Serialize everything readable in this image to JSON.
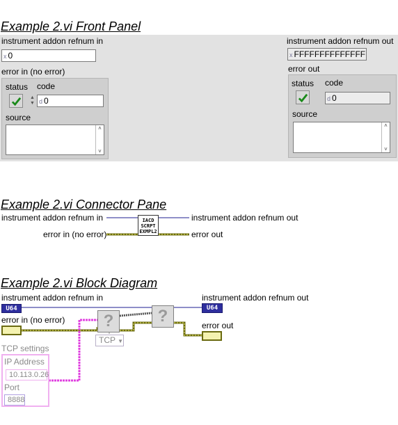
{
  "front_panel": {
    "title": "Example 2.vi Front Panel",
    "refnum_in": {
      "label": "instrument addon refnum in",
      "radix": "x",
      "value": "0"
    },
    "refnum_out": {
      "label": "instrument addon refnum out",
      "radix": "x",
      "value": "FFFFFFFFFFFFFFFF"
    },
    "error_in": {
      "label": "error in (no error)",
      "status_label": "status",
      "code_label": "code",
      "code_radix": "d",
      "code_value": "0",
      "source_label": "source",
      "source_value": ""
    },
    "error_out": {
      "label": "error out",
      "status_label": "status",
      "code_label": "code",
      "code_radix": "d",
      "code_value": "0",
      "source_label": "source",
      "source_value": ""
    }
  },
  "connector_pane": {
    "title": "Example 2.vi Connector Pane",
    "refnum_in": "instrument addon refnum in",
    "refnum_out": "instrument addon refnum out",
    "error_in": "error in (no error)",
    "error_out": "error out",
    "icon_lines": [
      "IACD",
      "SCRPT",
      "EXMPL2"
    ]
  },
  "block_diagram": {
    "title": "Example 2.vi Block Diagram",
    "refnum_in": "instrument addon refnum in",
    "refnum_out": "instrument addon refnum out",
    "error_in": "error in (no error)",
    "error_out": "error out",
    "u64_tag": "U64",
    "ring_value": "TCP",
    "tcp_settings": {
      "label": "TCP settings",
      "ip_label": "IP Address",
      "ip_value": "10.113.0.26",
      "port_label": "Port",
      "port_value": "8888"
    }
  },
  "colors": {
    "refnum_wire": "#1e1e90",
    "error_wire": "#b8b800",
    "cluster_wire": "#e040e0",
    "panel_bg": "#e2e2e2"
  }
}
